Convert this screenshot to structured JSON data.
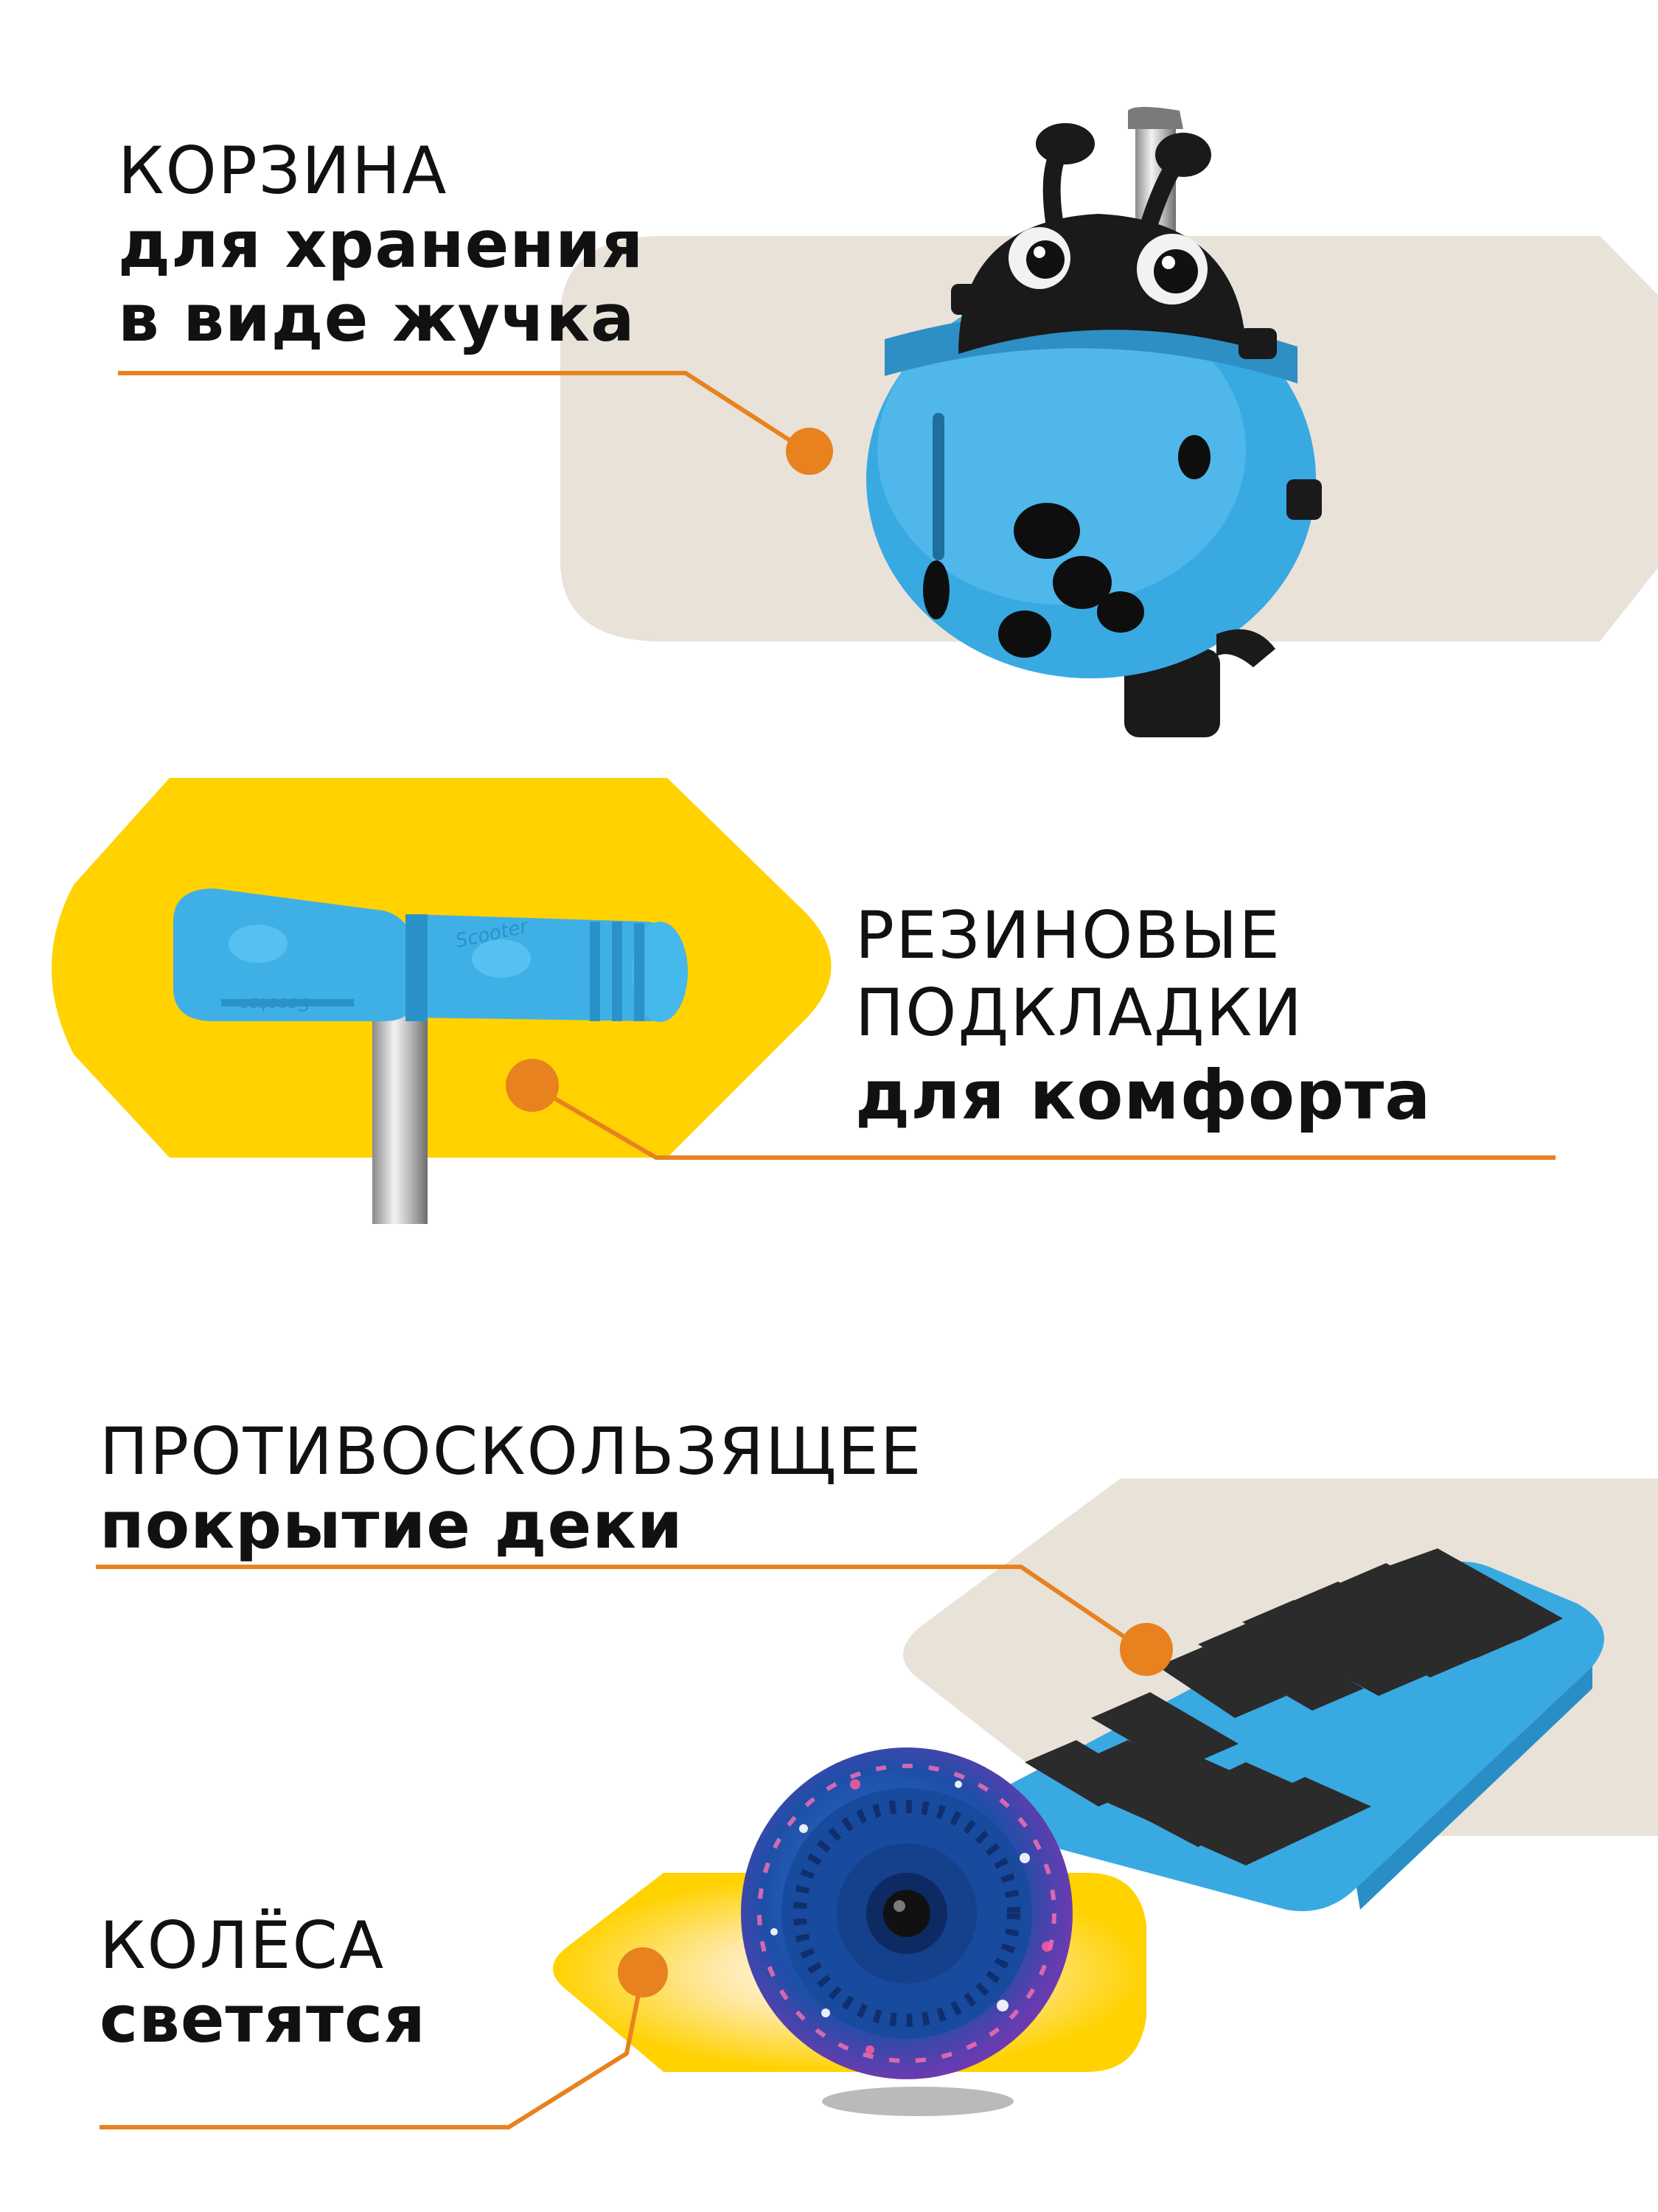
{
  "colors": {
    "accent_orange": "#E8821F",
    "beige": "#E9E2D9",
    "yellow": "#FFD200",
    "scooter_blue": "#39A9E2",
    "text": "#111111"
  },
  "features": [
    {
      "title": "КОРЗИНА",
      "lines": [
        "для хранения",
        "в виде жучка"
      ],
      "picture": "ladybug-basket"
    },
    {
      "title_lines": [
        "РЕЗИНОВЫЕ",
        "ПОДКЛАДКИ"
      ],
      "lines": [
        "для комфорта"
      ],
      "picture": "rubber-grips"
    },
    {
      "title": "ПРОТИВОСКОЛЬЗЯЩЕЕ",
      "lines": [
        "покрытие деки"
      ],
      "picture": "deck-grip"
    },
    {
      "title": "КОЛЁСА",
      "lines": [
        "светятся"
      ],
      "picture": "light-up-wheel"
    }
  ],
  "grip_brand": "Scooter"
}
